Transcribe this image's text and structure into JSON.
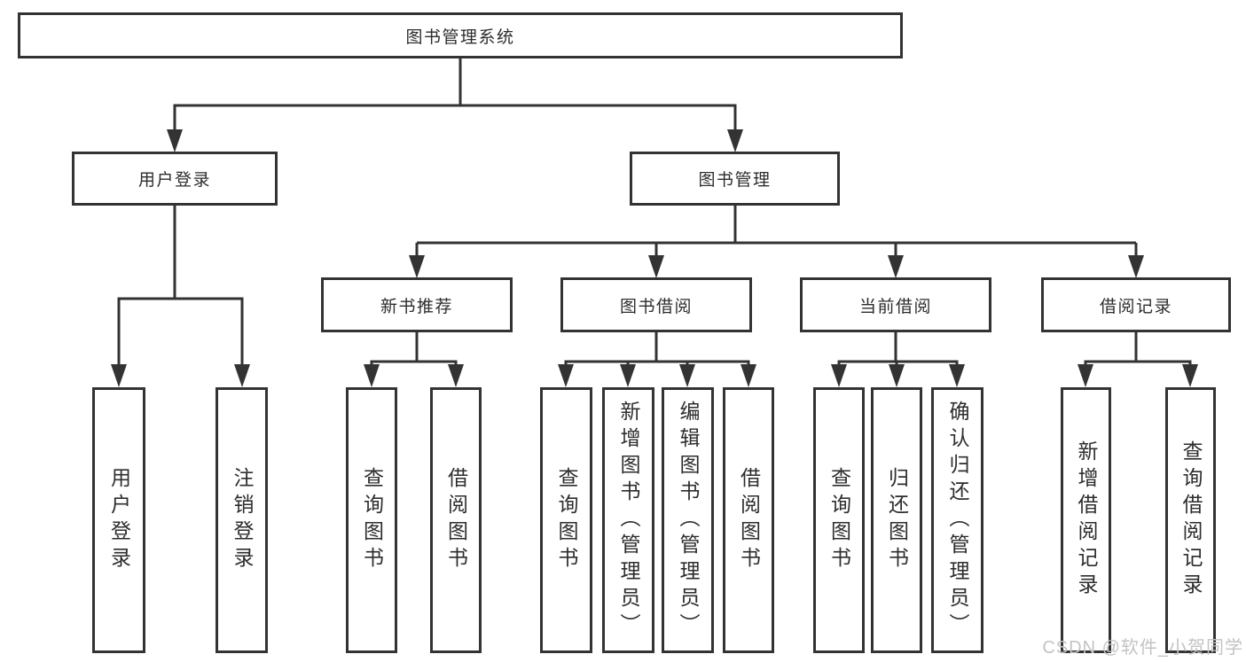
{
  "diagram_type": "hierarchy-flowchart",
  "colors": {
    "line": "#333333",
    "box_border": "#333333",
    "box_background": "#ffffff",
    "text": "#2d2d2d",
    "watermark": "#c3c3c3",
    "page_background": "#ffffff"
  },
  "tree": {
    "root": {
      "label": "图书管理系统"
    },
    "children": [
      {
        "label": "用户登录",
        "children": [
          {
            "label": "用户登录"
          },
          {
            "label": "注销登录"
          }
        ]
      },
      {
        "label": "图书管理",
        "children": [
          {
            "label": "新书推荐",
            "children": [
              {
                "label": "查询图书"
              },
              {
                "label": "借阅图书"
              }
            ]
          },
          {
            "label": "图书借阅",
            "children": [
              {
                "label": "查询图书"
              },
              {
                "label": "新增图书（管理员）"
              },
              {
                "label": "编辑图书（管理员）"
              },
              {
                "label": "借阅图书"
              }
            ]
          },
          {
            "label": "当前借阅",
            "children": [
              {
                "label": "查询图书"
              },
              {
                "label": "归还图书"
              },
              {
                "label": "确认归还（管理员）"
              }
            ]
          },
          {
            "label": "借阅记录",
            "children": [
              {
                "label": "新增借阅记录"
              },
              {
                "label": "查询借阅记录"
              }
            ]
          }
        ]
      }
    ]
  },
  "watermark": {
    "text": "CSDN @软件_小贺同学"
  }
}
